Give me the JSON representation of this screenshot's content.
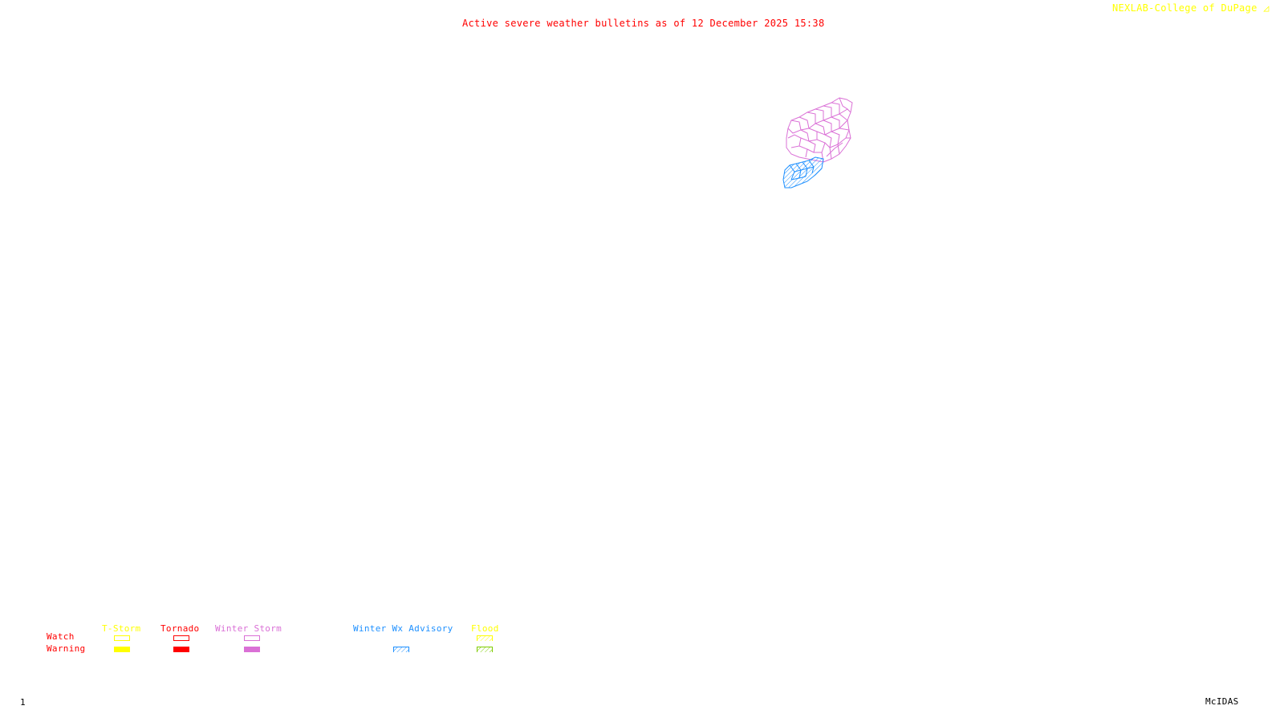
{
  "header": {
    "title": "Active severe weather bulletins as of 12 December 2025 15:38",
    "credit": "NEXLAB-College of DuPage",
    "credit_icon": "logo-icon"
  },
  "footer": {
    "frame_number": "1",
    "software": "McIDAS"
  },
  "legend": {
    "rows": [
      "Watch",
      "Warning"
    ],
    "categories": [
      {
        "label": "T-Storm",
        "color": "#ffff00",
        "watch": "outline",
        "warning": "filled"
      },
      {
        "label": "Tornado",
        "color": "#ff0000",
        "watch": "outline",
        "warning": "filled"
      },
      {
        "label": "Winter Storm",
        "color": "#da70d6",
        "watch": "outline",
        "warning": "filled"
      },
      {
        "label": "Winter Wx Advisory",
        "color": "#1e90ff",
        "watch": "none",
        "warning": "hatched"
      },
      {
        "label": "Flood",
        "color": "#ffff00",
        "watch": "hatched",
        "warning": "hatched",
        "warning_color": "#7fcc00"
      }
    ]
  },
  "map": {
    "regions": [
      {
        "name": "winter-storm-area",
        "type": "Winter Storm",
        "color": "#da70d6"
      },
      {
        "name": "winter-advisory-area",
        "type": "Winter Wx Advisory",
        "color": "#1e90ff"
      }
    ]
  }
}
